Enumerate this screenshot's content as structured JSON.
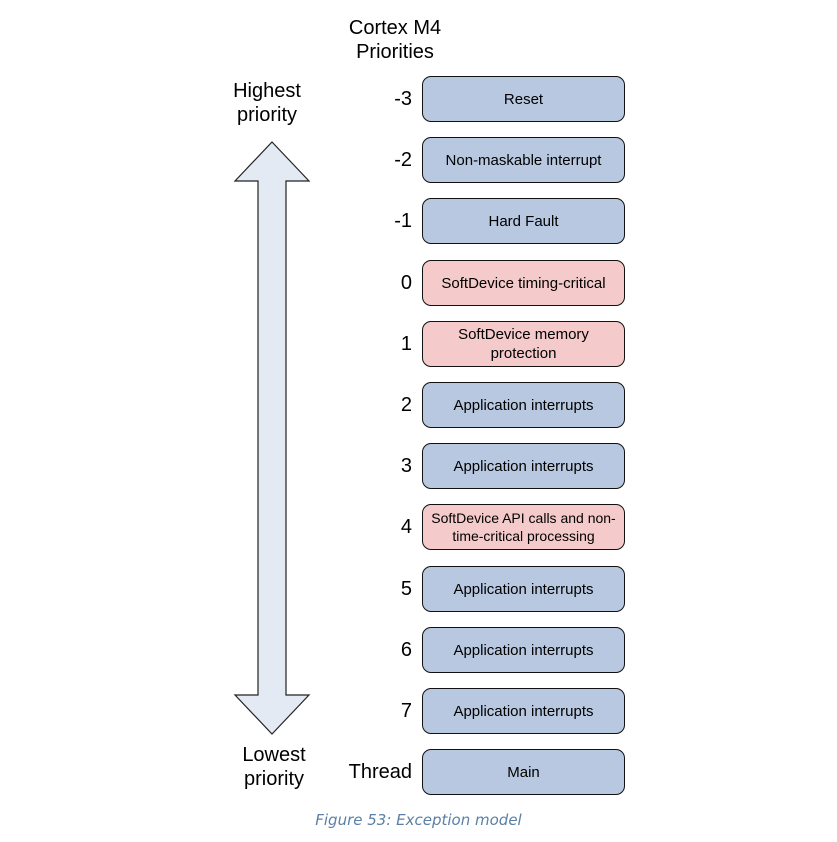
{
  "header": {
    "line1": "Cortex M4",
    "line2": "Priorities"
  },
  "axis": {
    "top_line1": "Highest",
    "top_line2": "priority",
    "bottom_line1": "Lowest",
    "bottom_line2": "priority",
    "arrow_fill": "#e4eaf3",
    "arrow_stroke": "#222222"
  },
  "levels": [
    {
      "priority": "-3",
      "label": "Reset",
      "kind": "system"
    },
    {
      "priority": "-2",
      "label": "Non-maskable interrupt",
      "kind": "system"
    },
    {
      "priority": "-1",
      "label": "Hard Fault",
      "kind": "system"
    },
    {
      "priority": "0",
      "label": "SoftDevice timing-critical",
      "kind": "softdevice"
    },
    {
      "priority": "1",
      "label": "SoftDevice memory protection",
      "kind": "softdevice"
    },
    {
      "priority": "2",
      "label": "Application interrupts",
      "kind": "system"
    },
    {
      "priority": "3",
      "label": "Application interrupts",
      "kind": "system"
    },
    {
      "priority": "4",
      "label": "SoftDevice API calls and non-time-critical processing",
      "kind": "softdevice"
    },
    {
      "priority": "5",
      "label": "Application interrupts",
      "kind": "system"
    },
    {
      "priority": "6",
      "label": "Application interrupts",
      "kind": "system"
    },
    {
      "priority": "7",
      "label": "Application interrupts",
      "kind": "system"
    },
    {
      "priority": "Thread",
      "label": "Main",
      "kind": "system"
    }
  ],
  "colors": {
    "system_box": "#b8c8e0",
    "softdevice_box": "#f5caca",
    "caption": "#5b7fa6"
  },
  "caption": "Figure 53: Exception model"
}
